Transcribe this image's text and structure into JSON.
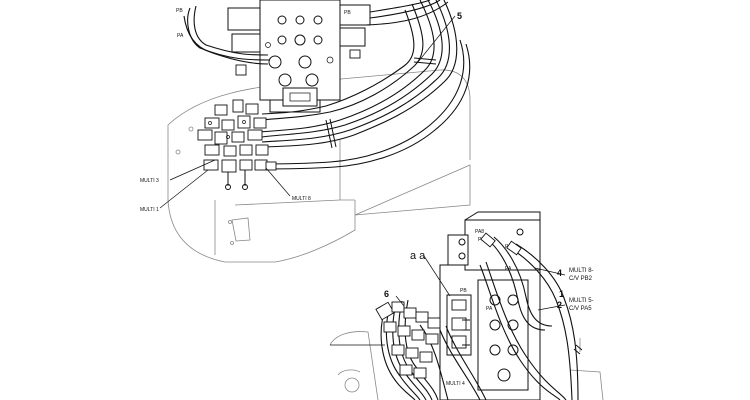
{
  "callouts": {
    "c5": "5",
    "c4": "4",
    "c1": "1",
    "c2": "2",
    "c6": "6"
  },
  "labels": {
    "multi3": "MULTI 3",
    "multi1": "MULTI 1",
    "multi8": "MULTI 8",
    "multi4": "MULTI 4",
    "multi8_cv": "MULTI 8-",
    "cv_pb2": "C/V PB2",
    "multi5_cv": "MULTI 5-",
    "cv_pa5": "C/V PA5",
    "detail_aa": "a a"
  },
  "port_labels": {
    "pb": "PB",
    "pa": "PA",
    "pa8": "PA8",
    "pb8": "PB8"
  }
}
